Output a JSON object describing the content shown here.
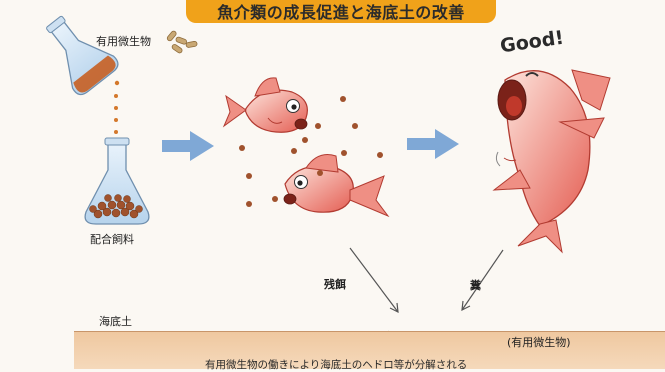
{
  "title": "魚介類の成長促進と海底土の改善",
  "labels": {
    "microbe": "有用微生物",
    "feed": "配合飼料",
    "good": "Good!",
    "leftover": "残餌",
    "feces": "糞",
    "seabed": "海底土",
    "microbe_paren": "(有用微生物)",
    "caption": "有用微生物の働きにより海底土のヘドロ等が分解される"
  },
  "colors": {
    "title_bg": "#f0a21a",
    "arrow": "#7fa8d6",
    "fish": "#e8766a",
    "seabed": "#f2cfa8",
    "pellet": "#a0522d"
  }
}
